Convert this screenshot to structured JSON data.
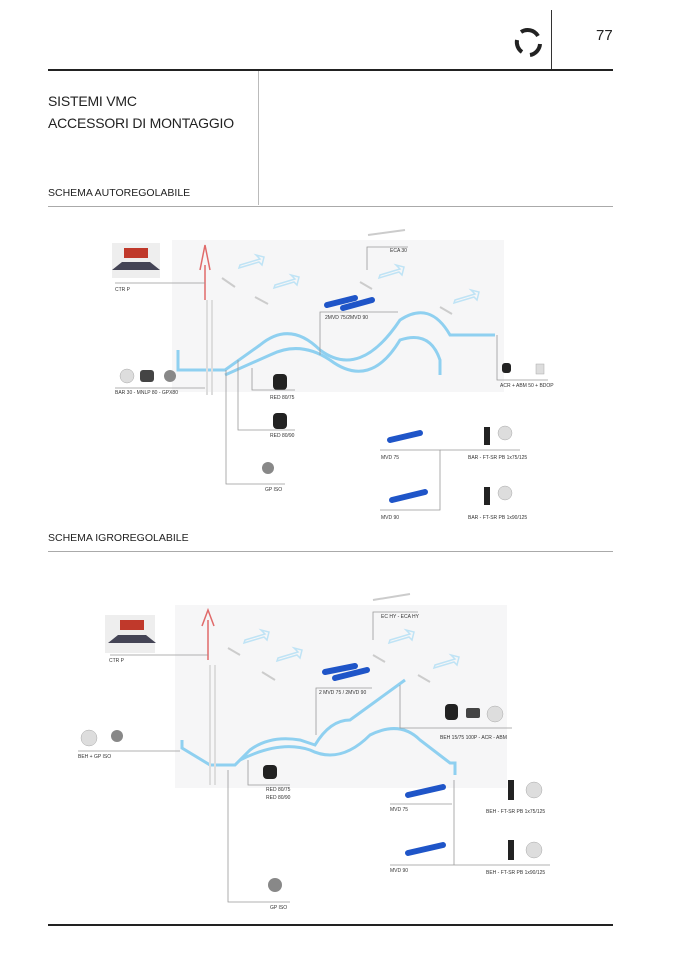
{
  "header": {
    "page_number": "77",
    "logo": "circular-arrows-logo"
  },
  "title": {
    "line1": "SISTEMI VMC",
    "line2": "ACCESSORI DI MONTAGGIO"
  },
  "schema1": {
    "heading": "SCHEMA AUTOREGOLABILE",
    "labels": {
      "ctr": "CTR P",
      "eca": "ECA 30",
      "mvd2": "2MVD 75/2MVD 90",
      "bar_left": "BAR 30 - MNLP 80 - GPX80",
      "red75": "RED 80/75",
      "red90": "RED 80/90",
      "acr": "ACR + ABM 50 + BDOP",
      "mvd75": "MVD 75",
      "bar75": "BAR - FT-SR PB 1x75/125",
      "gpiso": "GP ISO",
      "mvd90": "MVD 90",
      "bar90": "BAR - FT-SR PB 1x90/125"
    }
  },
  "schema2": {
    "heading": "SCHEMA IGROREGOLABILE",
    "labels": {
      "echy": "EC HY - ECA HY",
      "ctr": "CTR P",
      "mvd2": "2 MVD 75 / 2MVD 90",
      "beh_acr": "BEH 15/75 100P  -  ACR  -  ABM",
      "beh_gp": "BEH + GP ISO",
      "red75": "RED 80/75",
      "red90": "RED 80/90",
      "mvd75": "MVD 75",
      "beh75": "BEH - FT-SR PB 1x75/125",
      "mvd90": "MVD 90",
      "beh90": "BEH - FT-SR PB 1x90/125",
      "gpiso": "GP ISO"
    }
  },
  "colors": {
    "duct": "#8fd0f0",
    "pipe": "#1f55c8",
    "exhaust": "#e06a6a",
    "roof": "#c0392b"
  }
}
